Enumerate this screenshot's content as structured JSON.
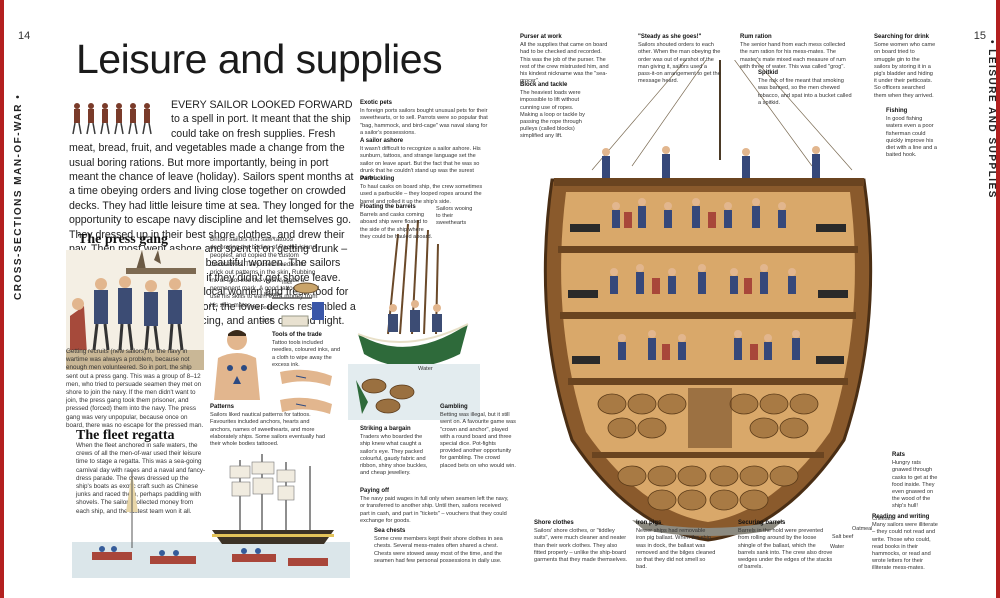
{
  "page": {
    "left_number": "14",
    "right_number": "15",
    "left_side_label": "CROSS-SECTIONS MAN-OF-WAR •",
    "right_side_label": "• LEISURE AND SUPPLIES",
    "title": "Leisure and supplies",
    "intro": "EVERY SAILOR LOOKED FORWARD to a spell in port. It meant that the ship could take on fresh supplies. Fresh meat, bread, fruit, and vegetables made a change from the usual boring rations. But more importantly, being in port meant the chance of leave (holiday). Sailors spent months at a time obeying orders and living close together on crowded decks. They had little leisure time at sea. They longed for the opportunity to escape navy discipline and let themselves go. They dressed up in their best shore clothes, and drew their pay. Then most went ashore and spent it on getting drunk – preferably in the company of beautiful women. The sailors had a good time in port even if they didn't get shore leave. Traders came on board with local women and fresh food for sale. While the ship was in port, the lower decks resembled a wild party, with drinking, dancing, and antics day and night."
  },
  "left": {
    "press_gang": {
      "title": "The press gang",
      "text": "Getting recruits (new sailors) for the navy in wartime was always a problem, because not enough men volunteered. So in port, the ship sent out a press gang. This was a group of 8–12 men, who tried to persuade seamen they met on shore to join the navy. If the men didn't want to join, the press gang took them prisoner, and pressed (forced) them into the navy. The press gang was very unpopular, because once on board, there was no escape for the pressed man."
    },
    "tattoo": {
      "text": "British sailors first saw tattoos decorating the bodies of Pacific Island peoples, and copied the custom themselves. They used needles to prick out patterns in the skin. Rubbing ink or soot into the wound made a permanent mark. A good tattooist could use his skills to earn extra money from his ship-mates.",
      "labels": [
        "Inks",
        "Needle",
        "Ink bottle",
        "Cloth"
      ],
      "tools_title": "Tools of the trade",
      "tools_text": "Tattoo tools included needles, coloured inks, and a cloth to wipe away the excess ink.",
      "patterns_title": "Patterns",
      "patterns_text": "Sailors liked nautical patterns for tattoos. Favourites included anchors, hearts and anchors, names of sweethearts, and more elaborately ships. Some sailors eventually had their whole bodies tattooed."
    },
    "regatta": {
      "title": "The fleet regatta",
      "text": "When the fleet anchored in safe waters, the crews of all the men-of-war used their leisure time to stage a regatta. This was a sea-going carnival day with races and a naval and fancy-dress parade. The crews dressed up the ship's boats as exotic craft such as Chinese junks and raced them, perhaps paddling with shovels. The sailors collected money from each ship, and the fastest team won it all."
    }
  },
  "right": {
    "exotic_pets": {
      "title": "Exotic pets",
      "text": "In foreign ports sailors bought unusual pets for their sweethearts, or to sell. Parrots were so popular that \"bag, hammock, and bird-cage\" was naval slang for a sailor's possessions."
    },
    "sailor_ashore": {
      "title": "A sailor ashore",
      "text": "It wasn't difficult to recognize a sailor ashore. His sunburn, tattoos, and strange language set the sailor on leave apart. But the fact that he was so drunk that he couldn't stand up was the surest guide!"
    },
    "parbuckling": {
      "title": "Parbuckling",
      "text": "To haul casks on board ship, the crew sometimes used a parbuckle – they looped ropes around the barrel and rolled it up the ship's side."
    },
    "floating_barrels": {
      "title": "Floating the barrels",
      "text": "Barrels and casks coming aboard ship were floated to the side of the ship where they could be hauled aboard."
    },
    "sailors_wooing": "Sailors wooing to their sweethearts",
    "water": "Water",
    "purser": {
      "title": "Purser at work",
      "text": "All the supplies that came on board had to be checked and recorded. This was the job of the purser. The rest of the crew mistrusted him, and his kindest nickname was the \"sea-grocer\"."
    },
    "block_tackle": {
      "title": "Block and tackle",
      "text": "The heaviest loads were impossible to lift without cunning use of ropes. Making a loop or tackle by passing the rope through pulleys (called blocks) simplified any lift."
    },
    "steady": {
      "title": "\"Steady as she goes!\"",
      "text": "Sailors shouted orders to each other. When the man obeying the order was out of earshot of the man giving it, sailors used a pass-it-on arrangement to get the message heard."
    },
    "rum_ration": {
      "title": "Rum ration",
      "text": "The senior hand from each mess collected the rum ration for his mess-mates. The master's mate mixed each measure of rum with three of water. This was called \"grog\"."
    },
    "spitkid": {
      "title": "Spitkid",
      "text": "The risk of fire meant that smoking was banned, so the men chewed tobacco, and spat into a bucket called a spitkid."
    },
    "searching": {
      "title": "Searching for drink",
      "text": "Some women who came on board tried to smuggle gin to the sailors by storing it in a pig's bladder and hiding it under their petticoats. So officers searched them when they arrived."
    },
    "fishing": {
      "title": "Fishing",
      "text": "In good fishing waters even a poor fisherman could quickly improve his diet with a line and a baited hook."
    },
    "gambling": {
      "title": "Gambling",
      "text": "Betting was illegal, but it still went on. A favourite game was \"crown and anchor\", played with a round board and three special dice. Pot-fights provided another opportunity for gambling. The crowd placed bets on who would win."
    },
    "striking_bargain": {
      "title": "Striking a bargain",
      "text": "Traders who boarded the ship knew what caught a sailor's eye. They packed colourful, gaudy fabric and ribbon, shiny shoe buckles, and cheap jewellery."
    },
    "paying_off": {
      "title": "Paying off",
      "text": "The navy paid wages in full only when seamen left the navy, or transferred to another ship. Until then, sailors received part in cash, and part in \"tickets\" – vouchers that they could exchange for goods."
    },
    "sea_chests": {
      "title": "Sea chests",
      "text": "Some crew members kept their shore clothes in sea chests. Several mess-mates often shared a chest. Chests were stowed away most of the time, and the seamen had few personal possessions in daily use."
    },
    "shore_clothes": {
      "title": "Shore clothes",
      "text": "Sailors' shore clothes, or \"tiddley suits\", were much cleaner and neater than their work clothes. They also fitted properly – unlike the ship-board garments that they made themselves."
    },
    "iron_pigs": {
      "title": "Iron pigs",
      "text": "Newer ships had removable iron pig ballast. When the ship was in dock, the ballast was removed and the bilges cleaned so that they did not smell so bad."
    },
    "securing_barrels": {
      "title": "Securing barrels",
      "text": "Barrels in the hold were prevented from rolling around by the loose shingle of the ballast, which the barrels sank into. The crew also drove wedges under the edges of the stacks of barrels."
    },
    "rats": {
      "title": "Rats",
      "text": "Hungry rats gnawed through casks to get at the food inside. They even gnawed on the wood of the ship's hull!"
    },
    "reading": {
      "title": "Reading and writing",
      "text": "Many sailors were illiterate – they could not read and write. Those who could, read books in their hammocks, or read and wrote letters for their illiterate mess-mates."
    },
    "hold_labels": [
      "Cheeses",
      "Oatmeal",
      "Salt beef",
      "Water"
    ]
  }
}
